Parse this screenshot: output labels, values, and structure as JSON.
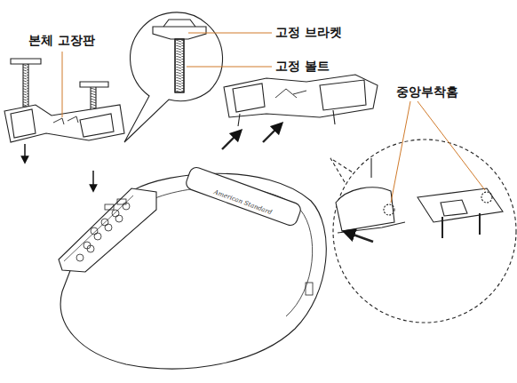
{
  "diagram": {
    "labels": [
      "본체 고장판",
      "고정 브라켓",
      "고정 볼트",
      "중앙부착홈",
      "American Standard"
    ]
  }
}
